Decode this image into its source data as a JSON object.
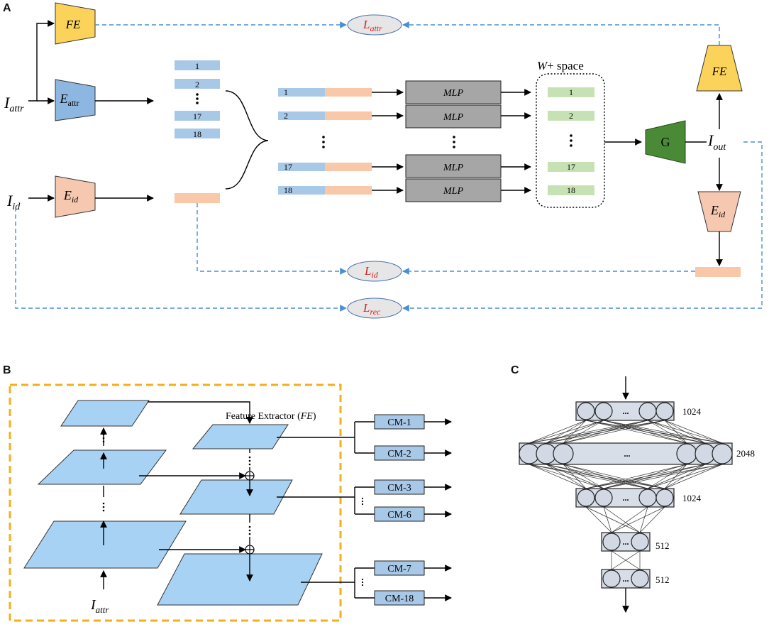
{
  "panels": {
    "a": "A",
    "b": "B",
    "c": "C"
  },
  "panel_a": {
    "fe_top": "FE",
    "fe_right": "FE",
    "input_attr": {
      "base": "I",
      "sub": "attr"
    },
    "input_id": {
      "base": "I",
      "sub": "id"
    },
    "output": {
      "base": "I",
      "sub": "out"
    },
    "encoder_attr": {
      "base": "E",
      "sub": "attr"
    },
    "encoder_id": {
      "base": "E",
      "sub": "id"
    },
    "encoder_id_right": {
      "base": "E",
      "sub": "id"
    },
    "generator": "G",
    "latent_labels": [
      "1",
      "2",
      "17",
      "18"
    ],
    "mlp_rows": [
      "1",
      "2",
      "17",
      "18"
    ],
    "mlp_label": "MLP",
    "w_space_title": {
      "italic": "W",
      "rest": "+ space"
    },
    "w_labels": [
      "1",
      "2",
      "17",
      "18"
    ],
    "loss_attr": {
      "base": "L",
      "sub": "attr"
    },
    "loss_id": {
      "base": "L",
      "sub": "id"
    },
    "loss_rec": {
      "base": "L",
      "sub": "rec"
    },
    "colors": {
      "fe": "#fbd35a",
      "enc_attr": "#8db6e0",
      "enc_id": "#f6c8b0",
      "latent_blue": "#a8c8e8",
      "latent_peach": "#f8c8a8",
      "w_green": "#c6e2b4",
      "mlp": "#a6a6a6",
      "generator": "#4a8a36",
      "loss_text": "#d42020",
      "dashed": "#4a8fd4"
    }
  },
  "panel_b": {
    "title": {
      "text": "Feature Extractor (",
      "italic": "FE",
      "close": ")"
    },
    "input": {
      "base": "I",
      "sub": "attr"
    },
    "cm_labels": [
      "CM-1",
      "CM-2",
      "CM-3",
      "CM-6",
      "CM-7",
      "CM-18"
    ],
    "colors": {
      "plane": "#a8d2f4",
      "cm": "#a8c8e8",
      "border": "#f2b01e"
    }
  },
  "panel_c": {
    "layer_labels": [
      "1024",
      "2048",
      "1024",
      "512",
      "512"
    ],
    "ellipsis": "...",
    "colors": {
      "layer": "#d8dee8",
      "node": "#d2d8e4"
    }
  }
}
